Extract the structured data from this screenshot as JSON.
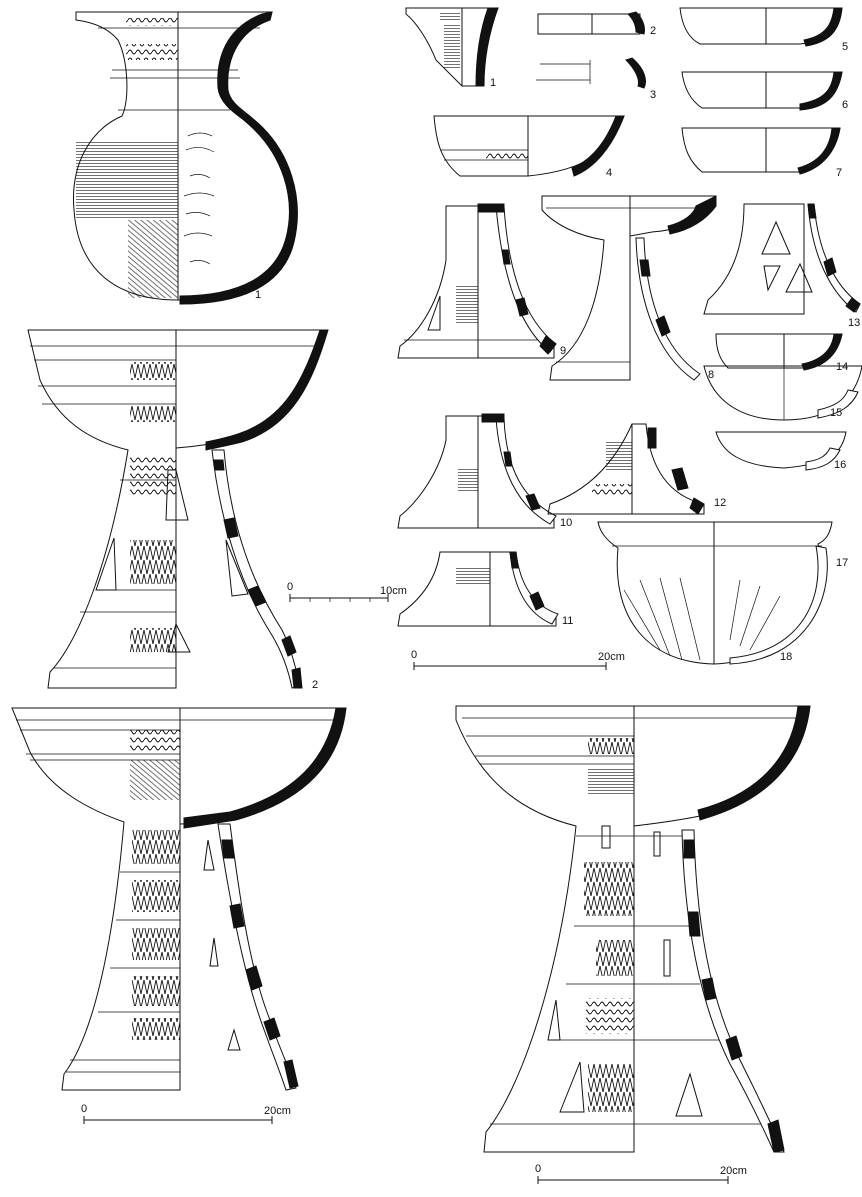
{
  "figure_numbers": [
    "1",
    "2",
    "3",
    "4",
    "5",
    "6",
    "7",
    "8",
    "9",
    "10",
    "11",
    "12",
    "13",
    "14",
    "15",
    "16",
    "17",
    "18",
    "1",
    "2"
  ],
  "scales": [
    {
      "zero": "0",
      "end": "10cm"
    },
    {
      "zero": "0",
      "end": "20cm"
    },
    {
      "zero": "0",
      "end": "20cm"
    },
    {
      "zero": "0",
      "end": "20cm"
    }
  ]
}
